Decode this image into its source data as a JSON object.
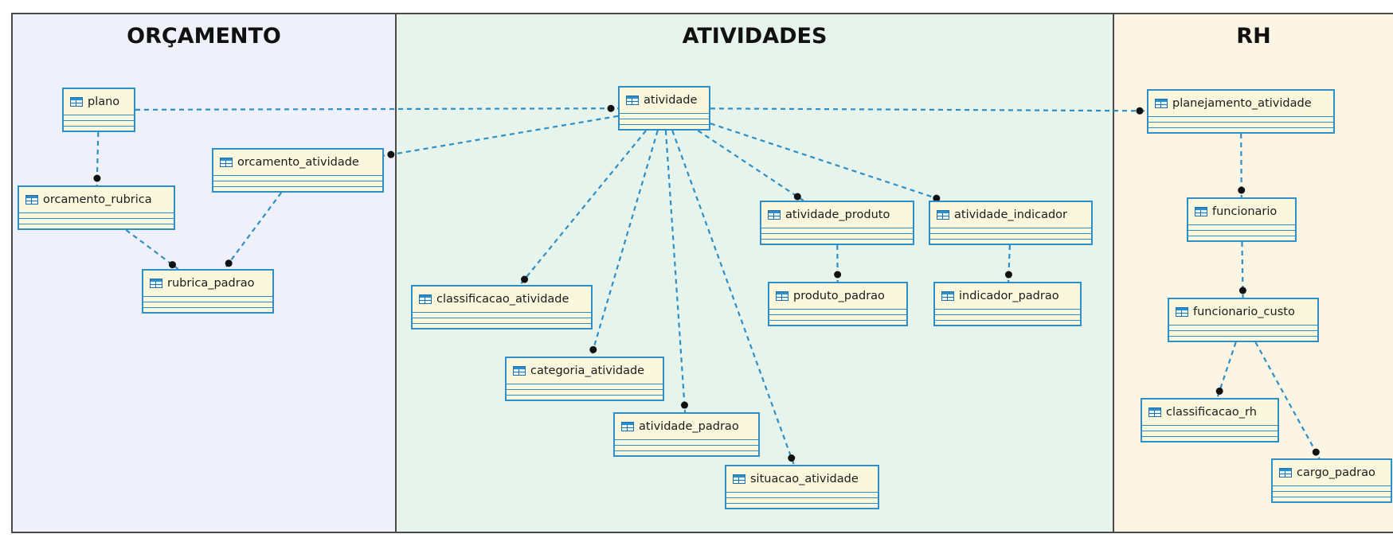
{
  "groups": {
    "orcamento": "ORÇAMENTO",
    "atividades": "ATIVIDADES",
    "rh": "RH"
  },
  "entities": {
    "plano": "plano",
    "orcamento_rubrica": "orcamento_rubrica",
    "orcamento_atividade": "orcamento_atividade",
    "rubrica_padrao": "rubrica_padrao",
    "atividade": "atividade",
    "classificacao_atividade": "classificacao_atividade",
    "categoria_atividade": "categoria_atividade",
    "atividade_padrao": "atividade_padrao",
    "situacao_atividade": "situacao_atividade",
    "atividade_produto": "atividade_produto",
    "produto_padrao": "produto_padrao",
    "atividade_indicador": "atividade_indicador",
    "indicador_padrao": "indicador_padrao",
    "planejamento_atividade": "planejamento_atividade",
    "funcionario": "funcionario",
    "funcionario_custo": "funcionario_custo",
    "classificacao_rh": "classificacao_rh",
    "cargo_padrao": "cargo_padrao"
  },
  "relationships": [
    {
      "from": "plano",
      "to": "orcamento_rubrica"
    },
    {
      "from": "orcamento_atividade",
      "to": "rubrica_padrao"
    },
    {
      "from": "orcamento_rubrica",
      "to": "rubrica_padrao"
    },
    {
      "from": "plano",
      "to": "atividade"
    },
    {
      "from": "atividade",
      "to": "orcamento_atividade"
    },
    {
      "from": "atividade",
      "to": "planejamento_atividade"
    },
    {
      "from": "atividade",
      "to": "classificacao_atividade"
    },
    {
      "from": "atividade",
      "to": "categoria_atividade"
    },
    {
      "from": "atividade",
      "to": "atividade_padrao"
    },
    {
      "from": "atividade",
      "to": "situacao_atividade"
    },
    {
      "from": "atividade",
      "to": "atividade_produto"
    },
    {
      "from": "atividade",
      "to": "atividade_indicador"
    },
    {
      "from": "atividade_produto",
      "to": "produto_padrao"
    },
    {
      "from": "atividade_indicador",
      "to": "indicador_padrao"
    },
    {
      "from": "planejamento_atividade",
      "to": "funcionario"
    },
    {
      "from": "funcionario",
      "to": "funcionario_custo"
    },
    {
      "from": "funcionario_custo",
      "to": "classificacao_rh"
    },
    {
      "from": "funcionario_custo",
      "to": "cargo_padrao"
    }
  ],
  "colors": {
    "panel_orcamento": "#eef0fa",
    "panel_atividades": "#e6f4ec",
    "panel_rh": "#fdf5e3",
    "entity_fill": "#fbf7dc",
    "entity_border": "#2e8fc8",
    "connector": "#2e8fc8"
  }
}
